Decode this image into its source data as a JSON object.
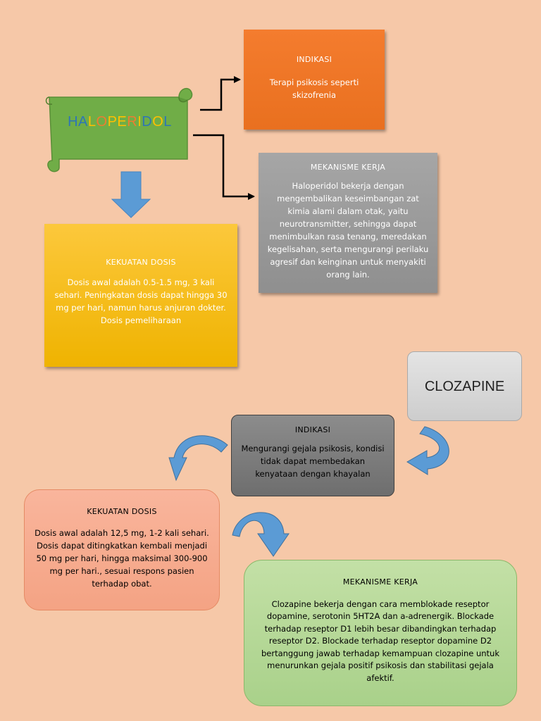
{
  "haloperidol": {
    "title": "HALOPERIDOL",
    "title_letter_colors": [
      "#2e75b6",
      "#2e75b6",
      "#ffc000",
      "#ed7d31",
      "#ffc000",
      "#ffc000",
      "#ed7d31",
      "#ffc000",
      "#2e75b6",
      "#ffc000",
      "#2e75b6"
    ],
    "indikasi": {
      "title": "INDIKASI",
      "text": "Terapi psikosis seperti skizofrenia"
    },
    "mekanisme": {
      "title": "MEKANISME KERJA",
      "text": "Haloperidol bekerja dengan mengembalikan keseimbangan zat kimia alami dalam otak, yaitu neurotransmitter, sehingga dapat menimbulkan rasa tenang, meredakan kegelisahan, serta mengurangi perilaku agresif dan keinginan untuk menyakiti orang lain."
    },
    "kekuatan": {
      "title": "KEKUATAN DOSIS",
      "text": "Dosis awal adalah 0.5-1.5 mg, 3 kali sehari. Peningkatan dosis dapat hingga 30 mg per hari, namun harus anjuran dokter. Dosis pemeliharaan"
    }
  },
  "clozapine": {
    "title": "CLOZAPINE",
    "indikasi": {
      "title": "INDIKASI",
      "text": "Mengurangi gejala psikosis, kondisi tidak dapat membedakan kenyataan dengan khayalan"
    },
    "kekuatan": {
      "title": "KEKUATAN DOSIS",
      "text": "Dosis awal adalah 12,5 mg, 1-2 kali sehari. Dosis dapat ditingkatkan kembali menjadi 50 mg per hari, hingga maksimal 300-900 mg per hari., sesuai respons pasien terhadap obat."
    },
    "mekanisme": {
      "title": "MEKANISME KERJA",
      "text": "Clozapine bekerja dengan cara memblokade reseptor dopamine, serotonin 5HT2A dan a-adrenergik. Blockade terhadap reseptor D1 lebih besar dibandingkan terhadap reseptor D2. Blockade terhadap reseptor dopamine D2 bertanggung jawab terhadap kemampuan clozapine untuk menurunkan gejala positif psikosis dan stabilitasi gejala afektif."
    }
  },
  "colors": {
    "background": "#f6c8a8",
    "scroll_green": "#70ad47",
    "arrow_blue": "#5b9bd5",
    "indikasi_orange": "#ed7d31",
    "mekanisme_gray": "#a5a5a5",
    "kekuatan_yellow": "#ffc000"
  }
}
